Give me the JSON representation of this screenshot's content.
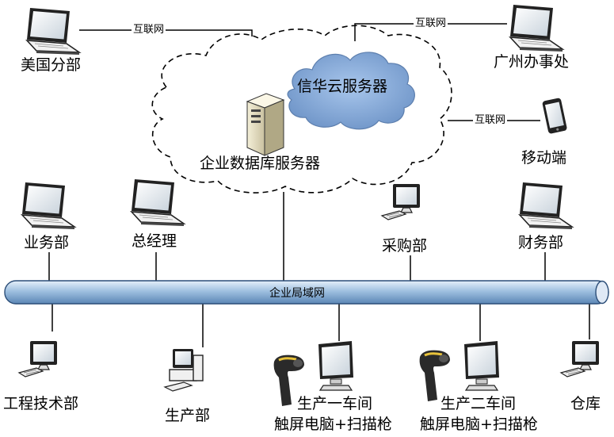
{
  "network": {
    "lan_label": "企业局域网",
    "internet_label": "互联网",
    "cloud_server": "信华云服务器",
    "db_server": "企业数据库服务器"
  },
  "remote_nodes": [
    {
      "id": "usa",
      "label": "美国分部",
      "icon": "laptop-icon"
    },
    {
      "id": "gz",
      "label": "广州办事处",
      "icon": "laptop-icon"
    },
    {
      "id": "mobile",
      "label": "移动端",
      "icon": "tablet-icon"
    }
  ],
  "top_nodes": [
    {
      "id": "biz",
      "label": "业务部",
      "icon": "laptop-icon"
    },
    {
      "id": "gm",
      "label": "总经理",
      "icon": "laptop-icon"
    },
    {
      "id": "purchase",
      "label": "采购部",
      "icon": "desktop-icon"
    },
    {
      "id": "finance",
      "label": "财务部",
      "icon": "laptop-icon"
    }
  ],
  "bottom_nodes": [
    {
      "id": "eng",
      "label": "工程技术部",
      "icon": "desktop-icon"
    },
    {
      "id": "prod",
      "label": "生产部",
      "icon": "desktop-tower-icon"
    },
    {
      "id": "ws1",
      "label": "生产一车间",
      "sublabel": "触屏电脑+扫描枪",
      "icon": "scanner-monitor-icon"
    },
    {
      "id": "ws2",
      "label": "生产二车间",
      "sublabel": "触屏电脑+扫描枪",
      "icon": "scanner-monitor-icon"
    },
    {
      "id": "store",
      "label": "仓库",
      "icon": "desktop-icon"
    }
  ]
}
